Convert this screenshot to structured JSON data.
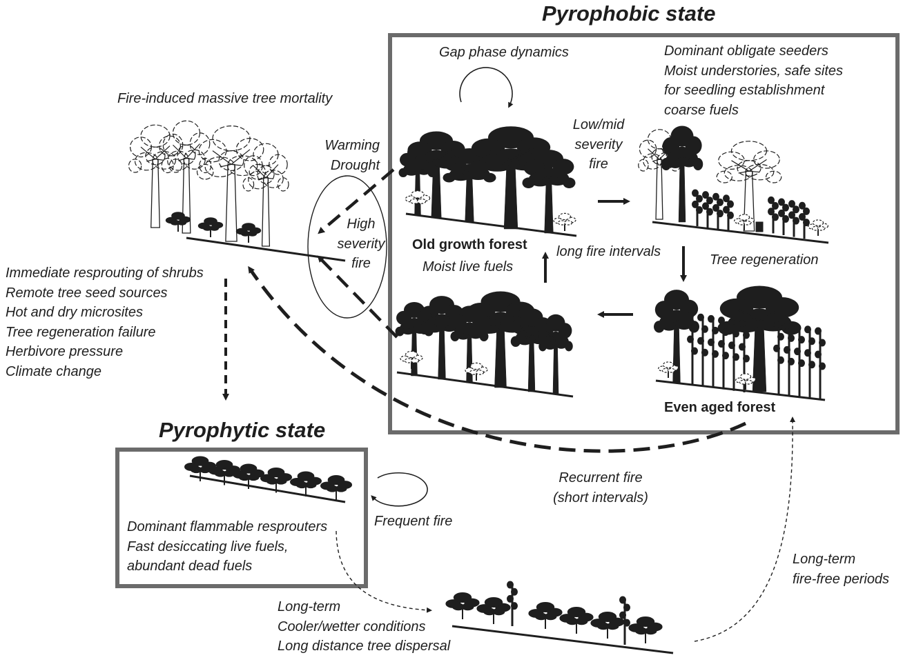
{
  "colors": {
    "ink": "#1e1e1e",
    "frame": "#6b6b6b",
    "ghost_outline": "#555555",
    "background": "#ffffff"
  },
  "pyrophobic": {
    "title": "Pyrophobic state",
    "gap_phase": "Gap phase dynamics",
    "seeder_notes": [
      "Dominant obligate seeders",
      "Moist understories, safe sites",
      "for seedling establishment",
      "coarse fuels"
    ],
    "low_mid_fire": [
      "Low/mid",
      "severity",
      "fire"
    ],
    "old_growth": "Old growth  forest",
    "moist_live_fuels": "Moist live fuels",
    "long_fire_intervals": "long fire intervals",
    "tree_regeneration": "Tree regeneration",
    "even_aged": "Even aged  forest"
  },
  "transition": {
    "mortality_title": "Fire-induced massive tree mortality",
    "warming_drought": [
      "Warming",
      "Drought"
    ],
    "high_severity_fire": [
      "High",
      "severity",
      "fire"
    ],
    "drivers": [
      "Immediate resprouting of shrubs",
      "Remote tree seed sources",
      "Hot and dry microsites",
      "Tree regeneration failure",
      "Herbivore pressure",
      "Climate change"
    ],
    "recurrent_fire": [
      "Recurrent fire",
      "(short intervals)"
    ]
  },
  "pyrophytic": {
    "title": "Pyrophytic state",
    "notes": [
      "Dominant flammable resprouters",
      "Fast desiccating  live fuels,",
      "abundant dead fuels"
    ],
    "frequent_fire": "Frequent  fire"
  },
  "recovery": {
    "conditions": [
      "Long-term",
      "Cooler/wetter conditions",
      "Long distance tree dispersal"
    ],
    "fire_free": [
      "Long-term",
      "fire-free periods"
    ]
  }
}
